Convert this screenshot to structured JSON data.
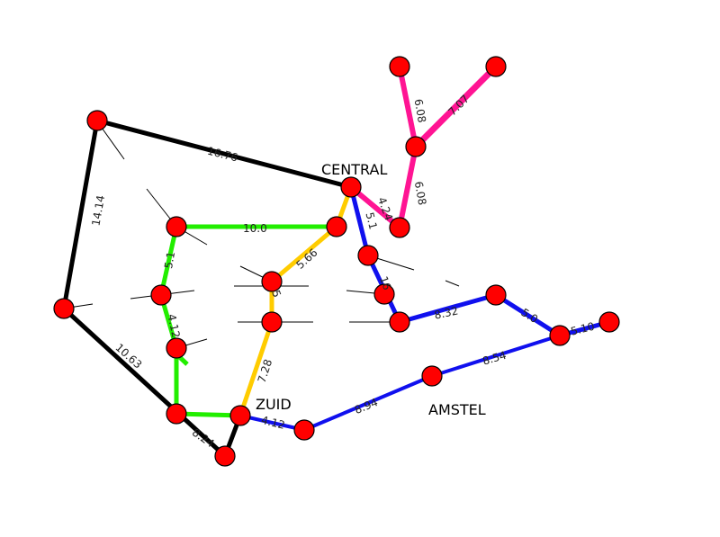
{
  "stations": {
    "central": "CENTRAL",
    "zuid": "ZUID",
    "amstel": "AMSTEL"
  },
  "edge_labels": {
    "black_top": "16.76",
    "black_left": "14.14",
    "black_diag": "10.63",
    "black_bottom": "8.24",
    "green_top": "10.0",
    "green_left": "5.1",
    "green_mid": "4.12",
    "yellow_top": "5.66",
    "yellow_bottom": "7.28",
    "blue_upper": "5.1",
    "blue_mid": "8.32",
    "blue_right": "5.0",
    "blue_far": "5.10",
    "blue_lower": "8.54",
    "blue_bottom": "8.94",
    "blue_zuid": "4.12",
    "pink_left": "6.08",
    "pink_right": "7.07",
    "pink_low": "6.08",
    "central_near": "4.24",
    "small_1": "16",
    "small_2": "5"
  },
  "colors": {
    "node_fill": "#ff0000",
    "line_black": "#000000",
    "line_green": "#00ee00",
    "line_yellow": "#ffcc00",
    "line_blue": "#1010ee",
    "line_pink": "#ff1493"
  }
}
